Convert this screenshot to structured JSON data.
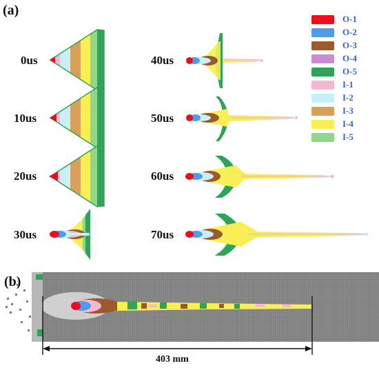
{
  "panels": {
    "a": "(a)",
    "b": "(b)"
  },
  "times": [
    "0us",
    "10us",
    "20us",
    "30us",
    "40us",
    "50us",
    "60us",
    "70us"
  ],
  "legend": [
    {
      "label": "O-1",
      "color": "#e8101e"
    },
    {
      "label": "O-2",
      "color": "#4f9ce8"
    },
    {
      "label": "O-3",
      "color": "#9b5a2c"
    },
    {
      "label": "O-4",
      "color": "#c98bd6"
    },
    {
      "label": "O-5",
      "color": "#2fa357"
    },
    {
      "label": "I-1",
      "color": "#f5b7d1"
    },
    {
      "label": "I-2",
      "color": "#c8f0f8"
    },
    {
      "label": "I-3",
      "color": "#d9a05a"
    },
    {
      "label": "I-4",
      "color": "#f7ef54"
    },
    {
      "label": "I-5",
      "color": "#8fd88a"
    }
  ],
  "dimension": "403 mm"
}
